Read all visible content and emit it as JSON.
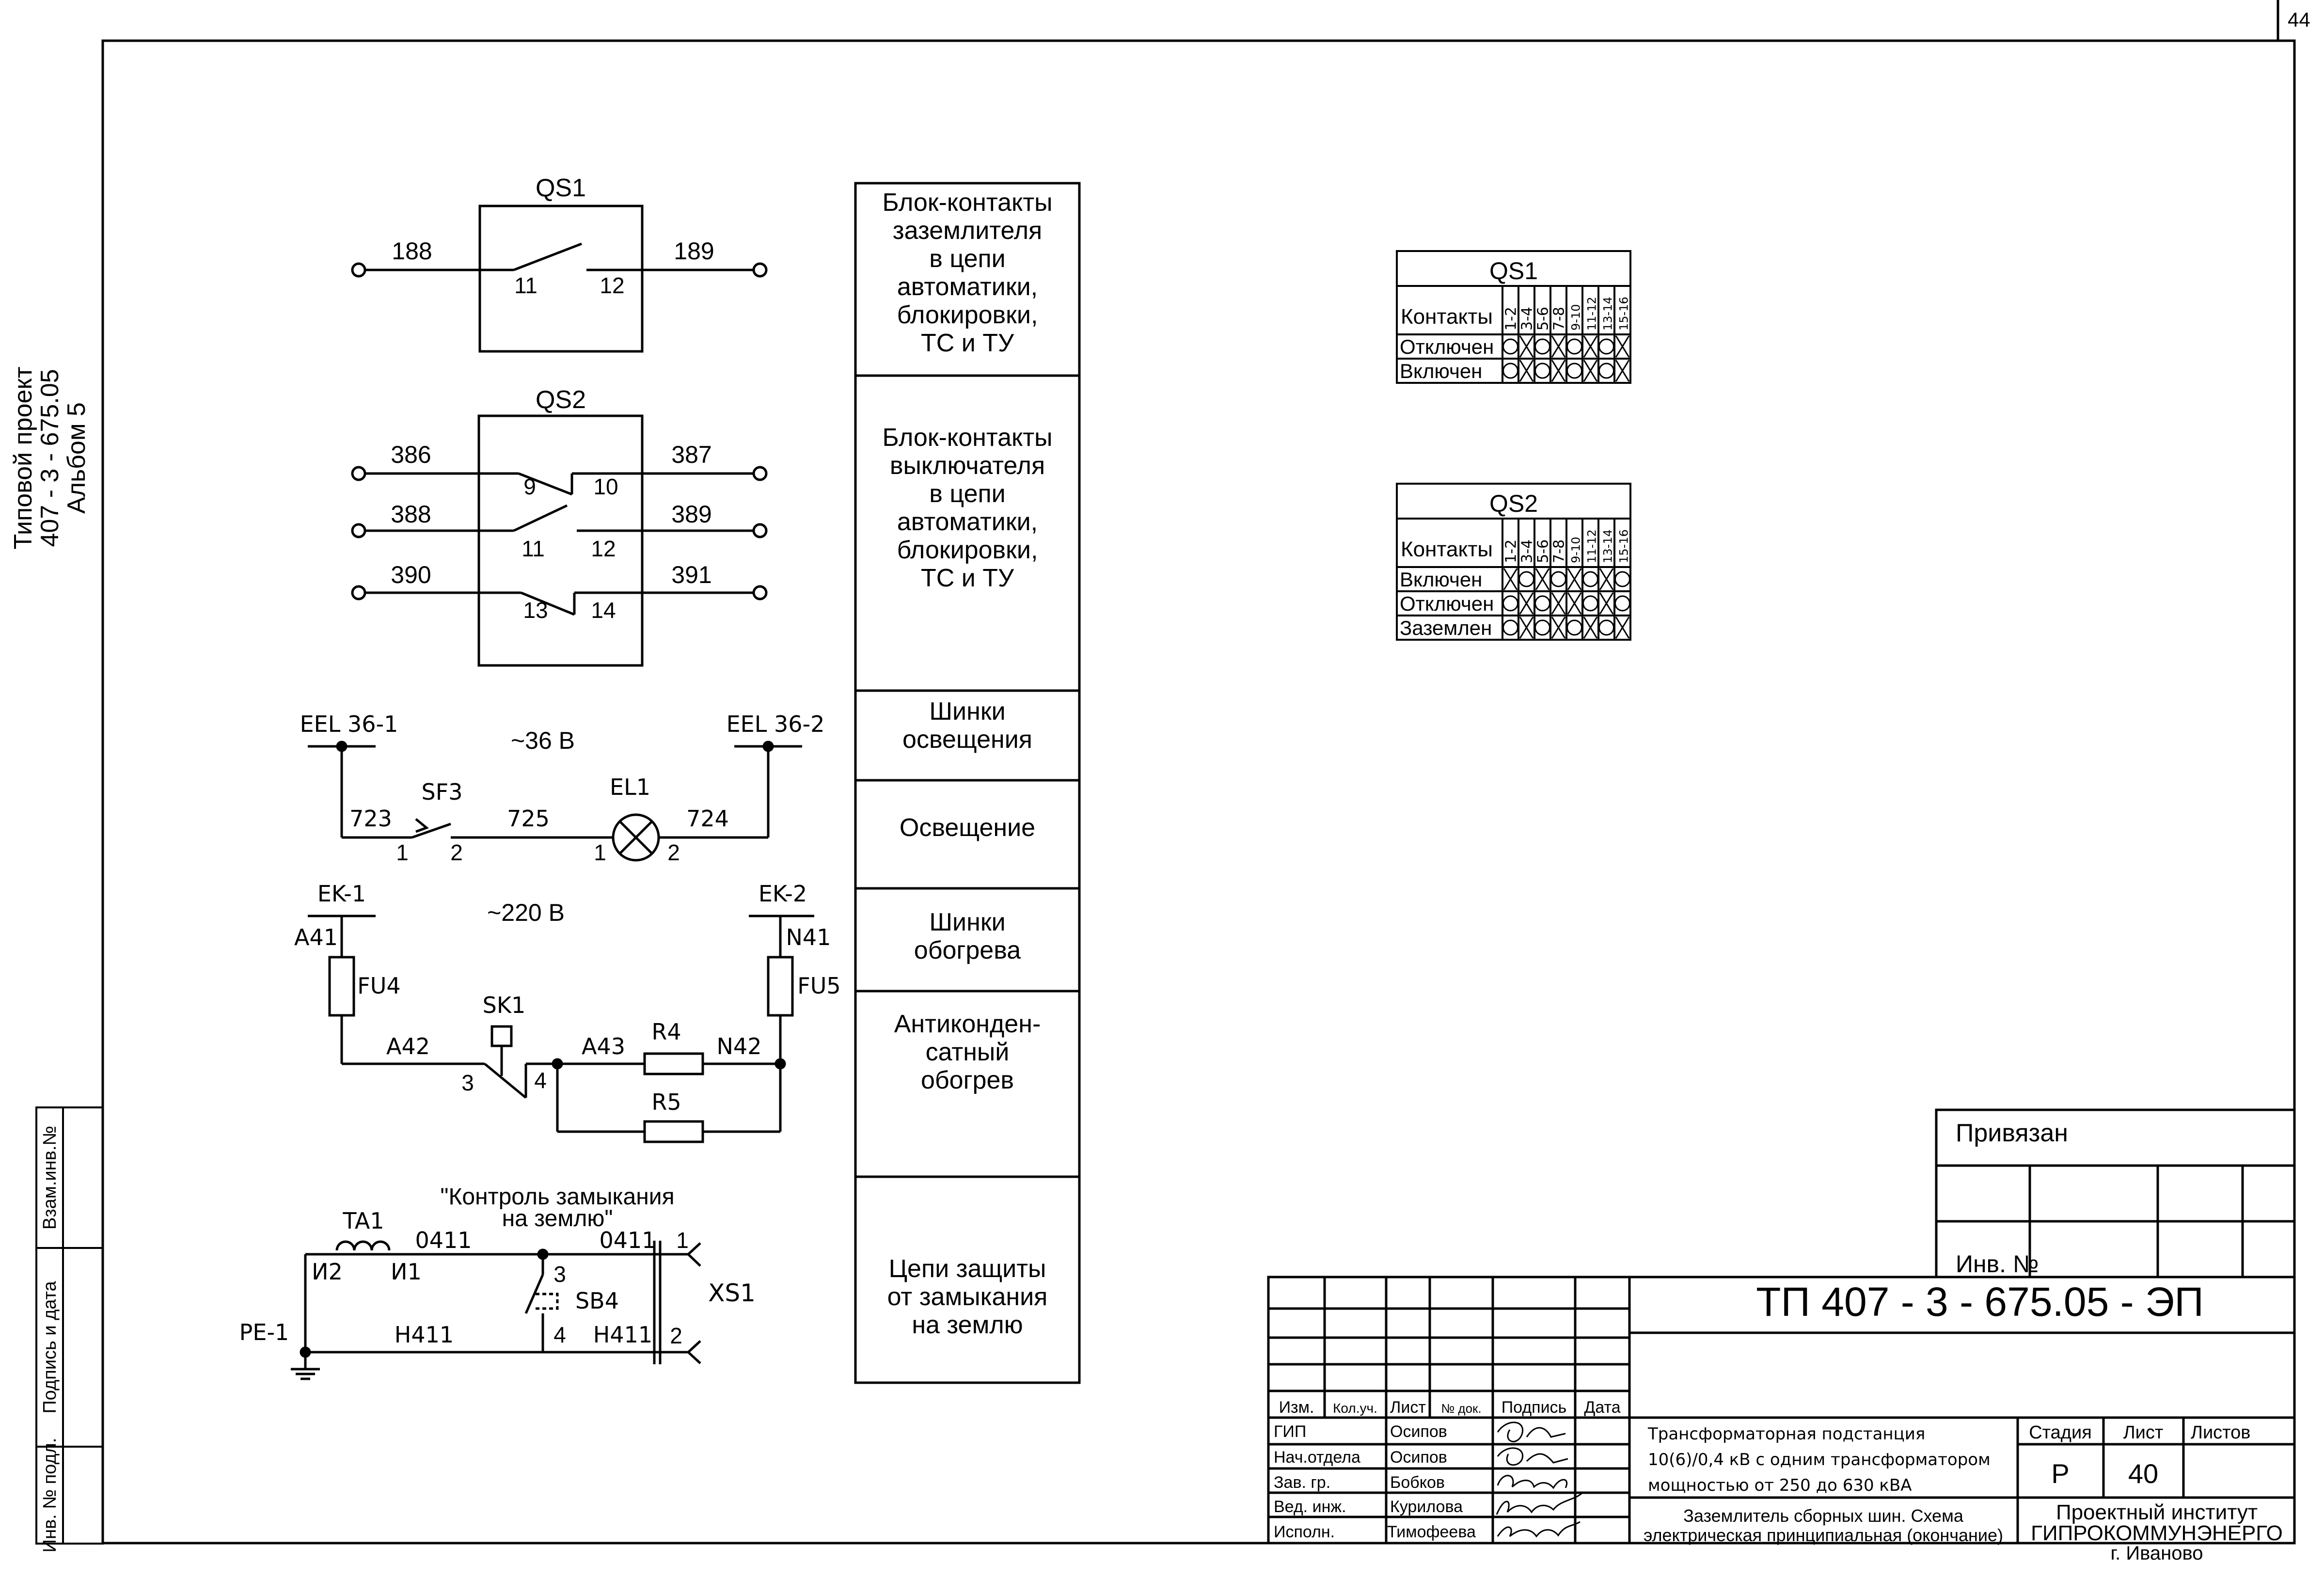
{
  "sheet": {
    "sheet_number_corner": "44",
    "side_title": {
      "line1": "Типовой проект",
      "line2": "407 - 3 - 675.05",
      "line3": "Альбом 5"
    },
    "side_stamp": [
      "Взам.инв.№",
      "Подпись и дата",
      "Инв. № подл."
    ]
  },
  "schematic": {
    "qs1": {
      "label": "QS1",
      "wire_left": "188",
      "wire_right": "189",
      "contact_left": "11",
      "contact_right": "12"
    },
    "qs2": {
      "label": "QS2",
      "rows": [
        {
          "left": "386",
          "right": "387",
          "c1": "9",
          "c2": "10"
        },
        {
          "left": "388",
          "right": "389",
          "c1": "11",
          "c2": "12"
        },
        {
          "left": "390",
          "right": "391",
          "c1": "13",
          "c2": "14"
        }
      ]
    },
    "lighting": {
      "bus_left": "EEL 36-1",
      "bus_right": "EEL 36-2",
      "voltage": "~36 В",
      "breaker": "SF3",
      "lamp": "EL1",
      "wire1": "723",
      "wire2": "725",
      "wire3": "724",
      "pin1": "1",
      "pin2": "2",
      "lamp_pin1": "1",
      "lamp_pin2": "2"
    },
    "heating": {
      "bus_left": "EK-1",
      "bus_right": "EK-2",
      "voltage": "~220 В",
      "wire_a41": "A41",
      "wire_n41": "N41",
      "fuse_left": "FU4",
      "fuse_right": "FU5",
      "thermostat": "SK1",
      "wire_a42": "A42",
      "wire_a43": "A43",
      "wire_n42": "N42",
      "r4": "R4",
      "r5": "R5",
      "pin3": "3",
      "pin4": "4"
    },
    "earth_fault": {
      "title_line1": "\"Контроль замыкания",
      "title_line2": "на землю\"",
      "ta": "TA1",
      "ta_i2": "И2",
      "ta_i1": "И1",
      "wire_top_left": "0411",
      "wire_top_right": "0411",
      "wire_bottom_left": "Н411",
      "wire_bottom_right": "Н411",
      "button": "SB4",
      "btn_pin3": "3",
      "btn_pin4": "4",
      "pe": "PE-1",
      "connector": "XS1",
      "xs_pin1": "1",
      "xs_pin2": "2"
    }
  },
  "legend": [
    [
      "Блок-контакты",
      "заземлителя",
      "в цепи",
      "автоматики,",
      "блокировки,",
      "ТС и ТУ"
    ],
    [
      "Блок-контакты",
      "выключателя",
      "в цепи",
      "автоматики,",
      "блокировки,",
      "ТС и ТУ"
    ],
    [
      "Шинки",
      "освещения"
    ],
    [
      "Освещение"
    ],
    [
      "Шинки",
      "обогрева"
    ],
    [
      "Антиконден-",
      "сатный",
      "обогрев"
    ],
    [
      "Цепи защиты",
      "от замыкания",
      "на землю"
    ]
  ],
  "contact_tables": [
    {
      "title": "QS1",
      "header_label": "Контакты",
      "columns": [
        "1-2",
        "3-4",
        "5-6",
        "7-8",
        "9-10",
        "11-12",
        "13-14",
        "15-16"
      ],
      "rows": [
        {
          "label": "Отключен",
          "states": [
            "O",
            "X",
            "O",
            "X",
            "O",
            "X",
            "O",
            "X"
          ]
        },
        {
          "label": "Включен",
          "states": [
            "O",
            "X",
            "O",
            "X",
            "O",
            "X",
            "O",
            "X"
          ]
        }
      ]
    },
    {
      "title": "QS2",
      "header_label": "Контакты",
      "columns": [
        "1-2",
        "3-4",
        "5-6",
        "7-8",
        "9-10",
        "11-12",
        "13-14",
        "15-16"
      ],
      "rows": [
        {
          "label": "Включен",
          "states": [
            "X",
            "O",
            "X",
            "O",
            "X",
            "O",
            "X",
            "O"
          ]
        },
        {
          "label": "Отключен",
          "states": [
            "O",
            "X",
            "O",
            "X",
            "X",
            "O",
            "X",
            "O"
          ]
        },
        {
          "label": "Заземлен",
          "states": [
            "O",
            "X",
            "O",
            "X",
            "O",
            "X",
            "O",
            "X"
          ]
        }
      ]
    }
  ],
  "title_block": {
    "attached": "Привязан",
    "inv_no": "Инв. №",
    "doc_code": "ТП  407 - 3 - 675.05 - ЭП",
    "header_cols": [
      "Изм.",
      "Кол.уч.",
      "Лист",
      "№ док.",
      "Подпись",
      "Дата"
    ],
    "people": [
      {
        "role": "ГИП",
        "name": "Осипов"
      },
      {
        "role": "Нач.отдела",
        "name": "Осипов"
      },
      {
        "role": "Зав. гр.",
        "name": "Бобков"
      },
      {
        "role": "Вед. инж.",
        "name": "Курилова"
      },
      {
        "role": "Исполн.",
        "name": "Тимофеева"
      }
    ],
    "project_line1": "Трансформаторная подстанция",
    "project_line2": "10(6)/0,4 кВ с одним трансформатором",
    "project_line3": "мощностью от 250 до 630 кВА",
    "sheet_title_line1": "Заземлитель сборных шин. Схема",
    "sheet_title_line2": "электрическая принципиальная (окончание)",
    "stage_label": "Стадия",
    "sheet_label": "Лист",
    "sheets_label": "Листов",
    "stage": "Р",
    "sheet_no": "40",
    "sheets_total": "",
    "org_line1": "Проектный институт",
    "org_line2": "ГИПРОКОММУНЭНЕРГО",
    "org_line3": "г. Иваново"
  }
}
